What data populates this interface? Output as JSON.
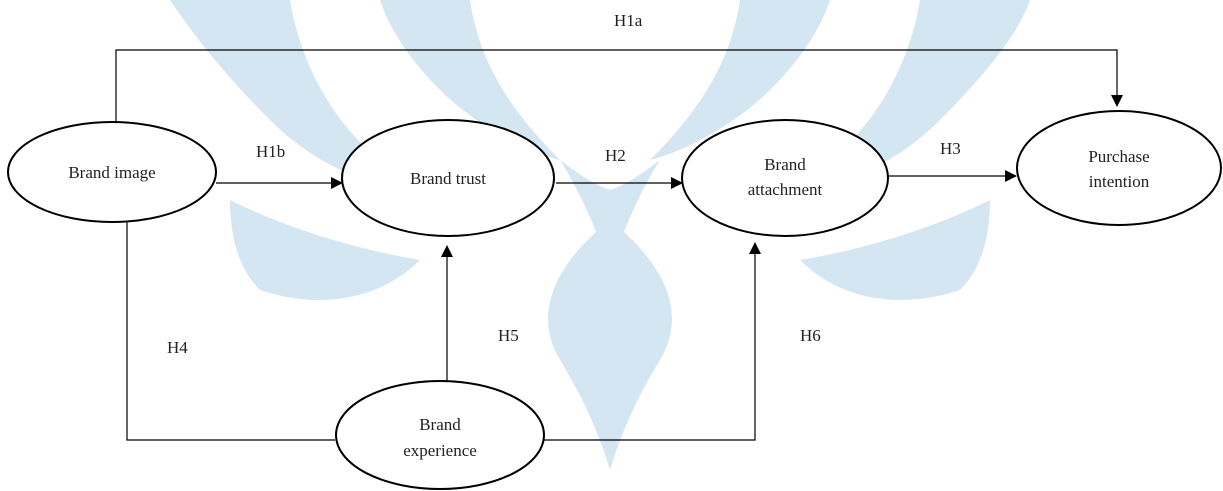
{
  "diagram": {
    "nodes": [
      {
        "id": "brand-image",
        "lines": [
          "Brand image"
        ]
      },
      {
        "id": "brand-trust",
        "lines": [
          "Brand trust"
        ]
      },
      {
        "id": "brand-attachment",
        "lines": [
          "Brand",
          "attachment"
        ]
      },
      {
        "id": "purchase-intention",
        "lines": [
          "Purchase",
          "intention"
        ]
      },
      {
        "id": "brand-experience",
        "lines": [
          "Brand",
          "experience"
        ]
      }
    ],
    "edges": [
      {
        "id": "h1a",
        "label": "H1a",
        "from": "brand-image",
        "to": "purchase-intention"
      },
      {
        "id": "h1b",
        "label": "H1b",
        "from": "brand-image",
        "to": "brand-trust"
      },
      {
        "id": "h2",
        "label": "H2",
        "from": "brand-trust",
        "to": "brand-attachment"
      },
      {
        "id": "h3",
        "label": "H3",
        "from": "brand-attachment",
        "to": "purchase-intention"
      },
      {
        "id": "h4",
        "label": "H4",
        "from": "brand-experience",
        "to": "brand-image"
      },
      {
        "id": "h5",
        "label": "H5",
        "from": "brand-experience",
        "to": "brand-trust"
      },
      {
        "id": "h6",
        "label": "H6",
        "from": "brand-experience",
        "to": "brand-attachment"
      }
    ]
  },
  "colors": {
    "stroke": "#000000",
    "text": "#222222",
    "watermark": "#cde2f0"
  }
}
